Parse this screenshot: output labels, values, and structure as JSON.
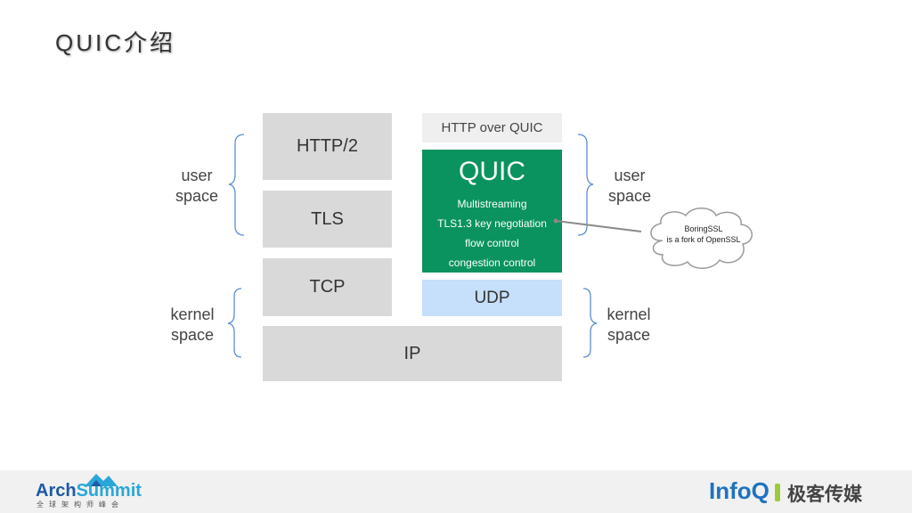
{
  "title": "QUIC介绍",
  "left_stack": {
    "http2": "HTTP/2",
    "tls": "TLS",
    "tcp": "TCP",
    "ip": "IP"
  },
  "right_stack": {
    "http_over_quic": "HTTP over QUIC",
    "quic": {
      "title": "QUIC",
      "features": [
        "Multistreaming",
        "TLS1.3 key negotiation",
        "flow control",
        "congestion control"
      ]
    },
    "udp": "UDP"
  },
  "labels": {
    "user_space": [
      "user",
      "space"
    ],
    "kernel_space": [
      "kernel",
      "space"
    ]
  },
  "callout": {
    "line1": "BoringSSL",
    "line2": "is a fork of OpenSSL"
  },
  "footer": {
    "arch_part1": "Arch",
    "arch_part2": "Summit",
    "arch_subtitle": "全球架构师峰会",
    "infoq": "InfoQ",
    "jike": "极客传媒"
  },
  "colors": {
    "quic_green": "#0a935e",
    "udp_blue": "#c6dffb",
    "stack_gray": "#d9d9d9",
    "brace_blue": "#5b8fd1"
  }
}
